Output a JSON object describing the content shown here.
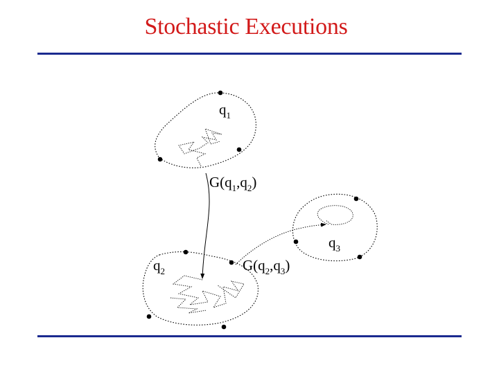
{
  "slide": {
    "title": "Stochastic Executions"
  },
  "diagram": {
    "regions": [
      {
        "id": "q1",
        "label": "q",
        "subscript": "1"
      },
      {
        "id": "q2",
        "label": "q",
        "subscript": "2"
      },
      {
        "id": "q3",
        "label": "q",
        "subscript": "3"
      }
    ],
    "transitions": [
      {
        "from": "q1",
        "to": "q2",
        "label": "G(q",
        "sub_a": "1",
        "sep": ",q",
        "sub_b": "2",
        "close": ")"
      },
      {
        "from": "q2",
        "to": "q3",
        "label": "G(q",
        "sub_a": "2",
        "sep": ",q",
        "sub_b": "3",
        "close": ")"
      }
    ]
  },
  "colors": {
    "title": "#d21a1a",
    "rule": "#1b2a8f",
    "ink": "#000000"
  }
}
